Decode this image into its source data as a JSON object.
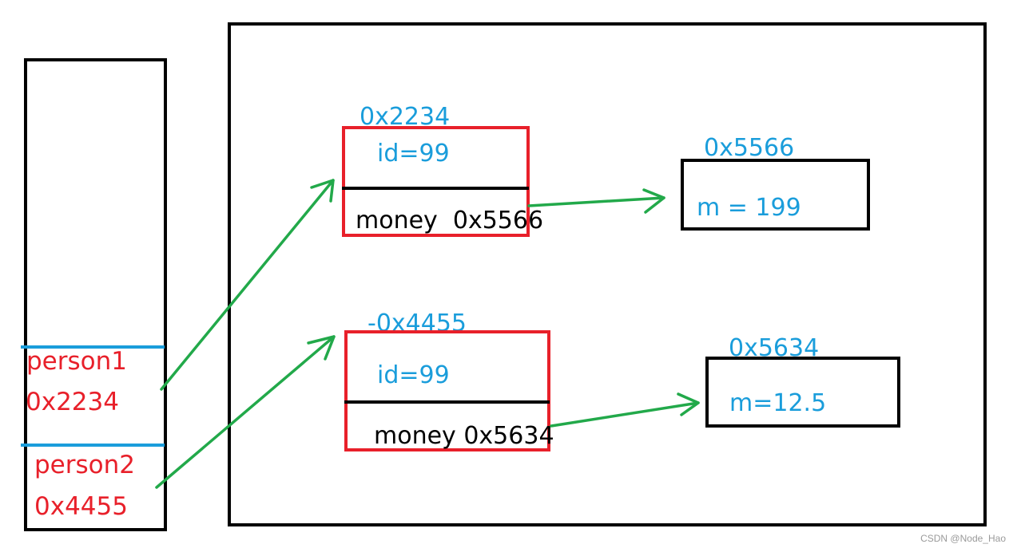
{
  "stack": {
    "person1": {
      "name": "person1",
      "addr": "0x2234"
    },
    "person2": {
      "name": "person2",
      "addr": "0x4455"
    }
  },
  "heap": {
    "objects": [
      {
        "addr": "0x2234",
        "id_field": "id=99",
        "money_field": "money  0x5566"
      },
      {
        "addr": "-0x4455",
        "id_field": "id=99",
        "money_field": "money 0x5634"
      }
    ],
    "values": [
      {
        "addr": "0x5566",
        "content": "m = 199"
      },
      {
        "addr": "0x5634",
        "content": "m=12.5"
      }
    ]
  },
  "watermark": "CSDN @Node_Hao",
  "colors": {
    "address_blue": "#1a9ddb",
    "stack_red": "#e8202a",
    "object_border_red": "#e8202a",
    "arrow_green": "#22a94a"
  }
}
